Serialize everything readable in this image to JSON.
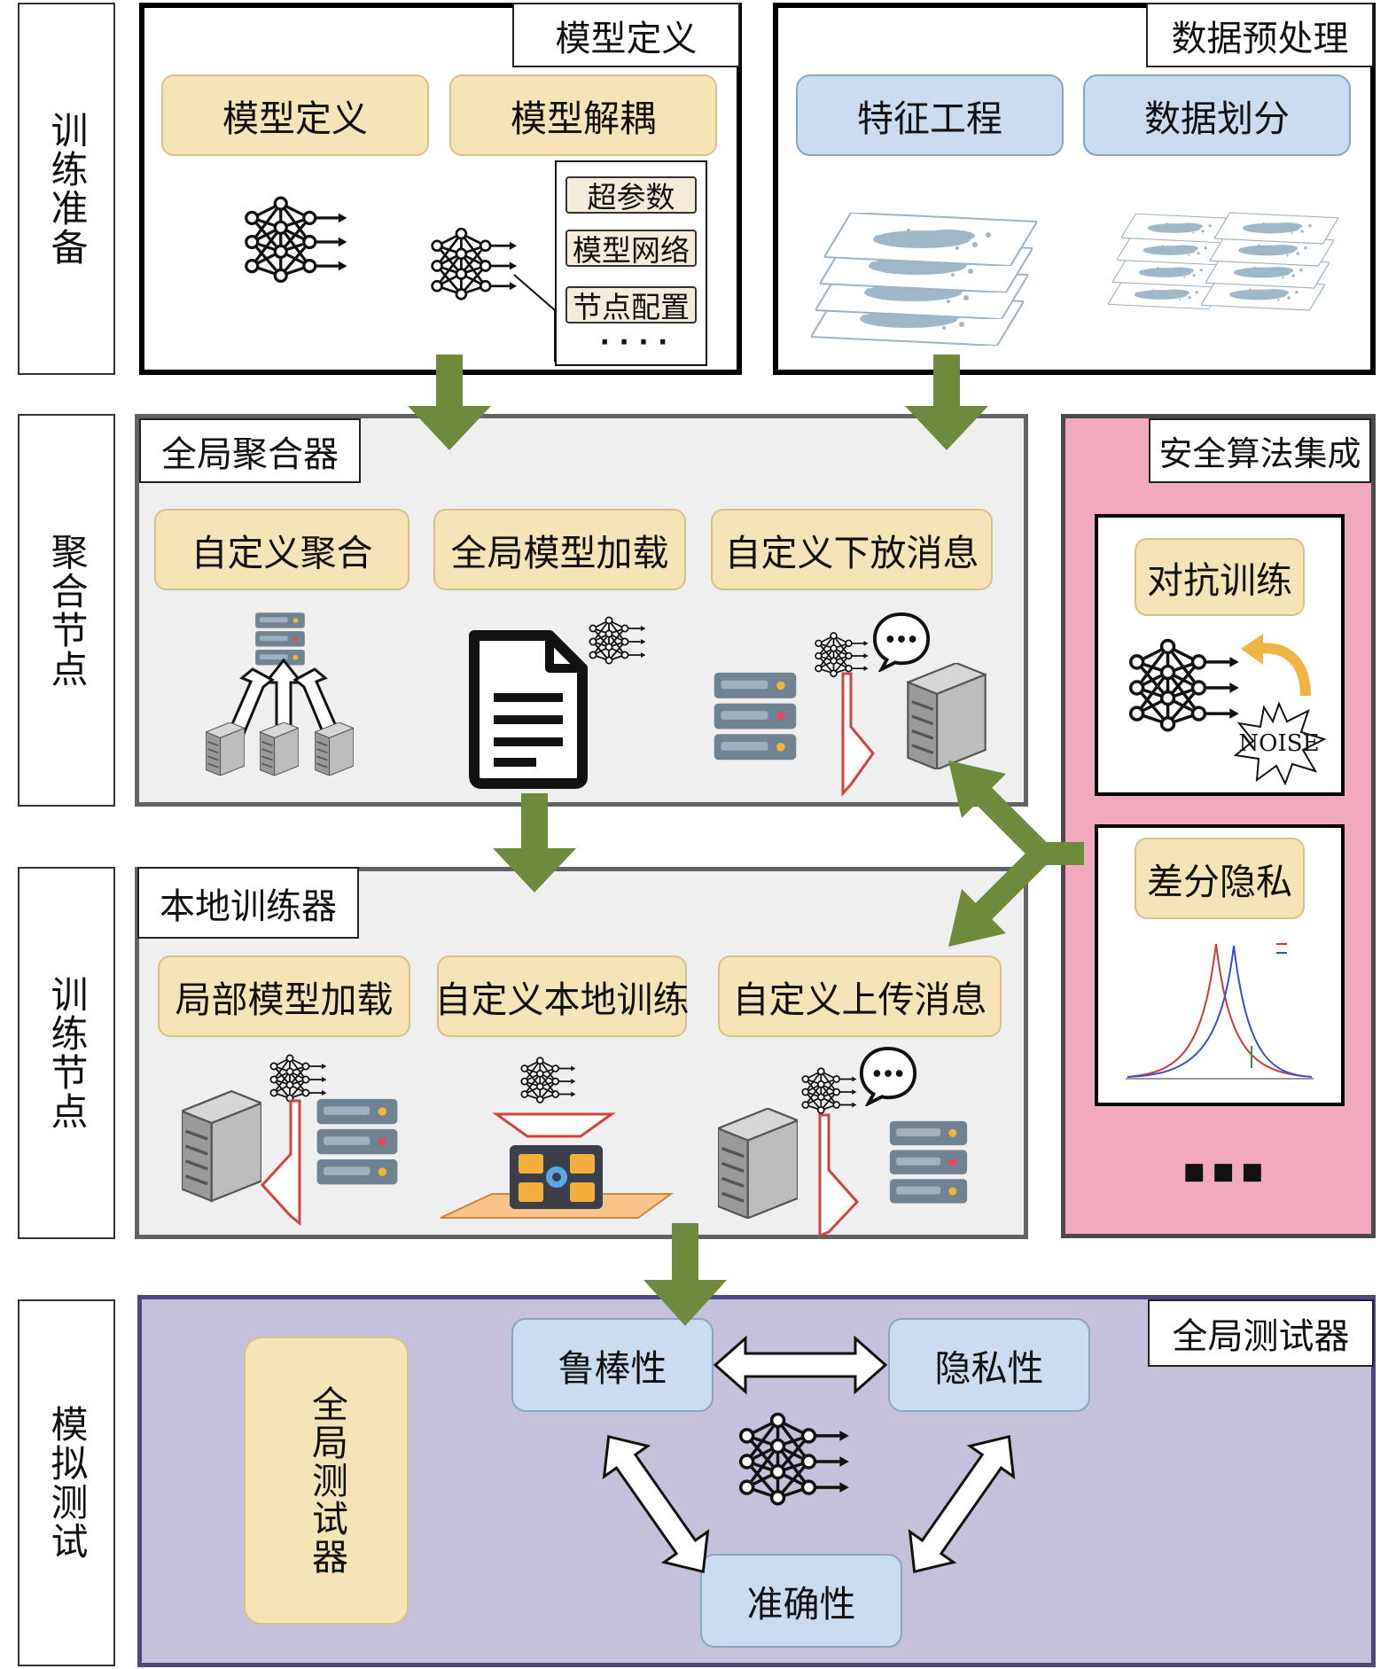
{
  "stages": [
    "训练准备",
    "聚合节点",
    "训练节点",
    "模拟测试"
  ],
  "model_def": {
    "title": "模型定义",
    "boxes": [
      "模型定义",
      "模型解耦"
    ],
    "chips": [
      "超参数",
      "模型网络",
      "节点配置"
    ],
    "ellipsis": "· · · ·"
  },
  "data_prep": {
    "title": "数据预处理",
    "boxes": [
      "特征工程",
      "数据划分"
    ]
  },
  "aggregator": {
    "title": "全局聚合器",
    "boxes": [
      "自定义聚合",
      "全局模型加载",
      "自定义下放消息"
    ]
  },
  "security": {
    "title": "安全算法集成",
    "boxes": [
      "对抗训练",
      "差分隐私"
    ],
    "noise_label": "NOISE",
    "ellipsis": "■   ■   ■"
  },
  "local_trainer": {
    "title": "本地训练器",
    "boxes": [
      "局部模型加载",
      "自定义本地训练",
      "自定义上传消息"
    ]
  },
  "global_tester": {
    "title": "全局测试器",
    "side_box": "全局测试器",
    "boxes": [
      "鲁棒性",
      "隐私性",
      "准确性"
    ]
  },
  "colors": {
    "arrow_green": "#6e8b3d",
    "yellow_box": "#f6e4b7",
    "blue_box": "#c9dcf1",
    "pink_panel": "#f1a9bd",
    "purple_panel": "#c5c1dc",
    "gray_panel": "#efefef"
  },
  "icons": [
    "neural-network-icon",
    "server-icon",
    "document-icon",
    "chat-bubble-icon",
    "noise-burst-icon",
    "scatter-layers-icon",
    "distribution-curve-icon"
  ]
}
